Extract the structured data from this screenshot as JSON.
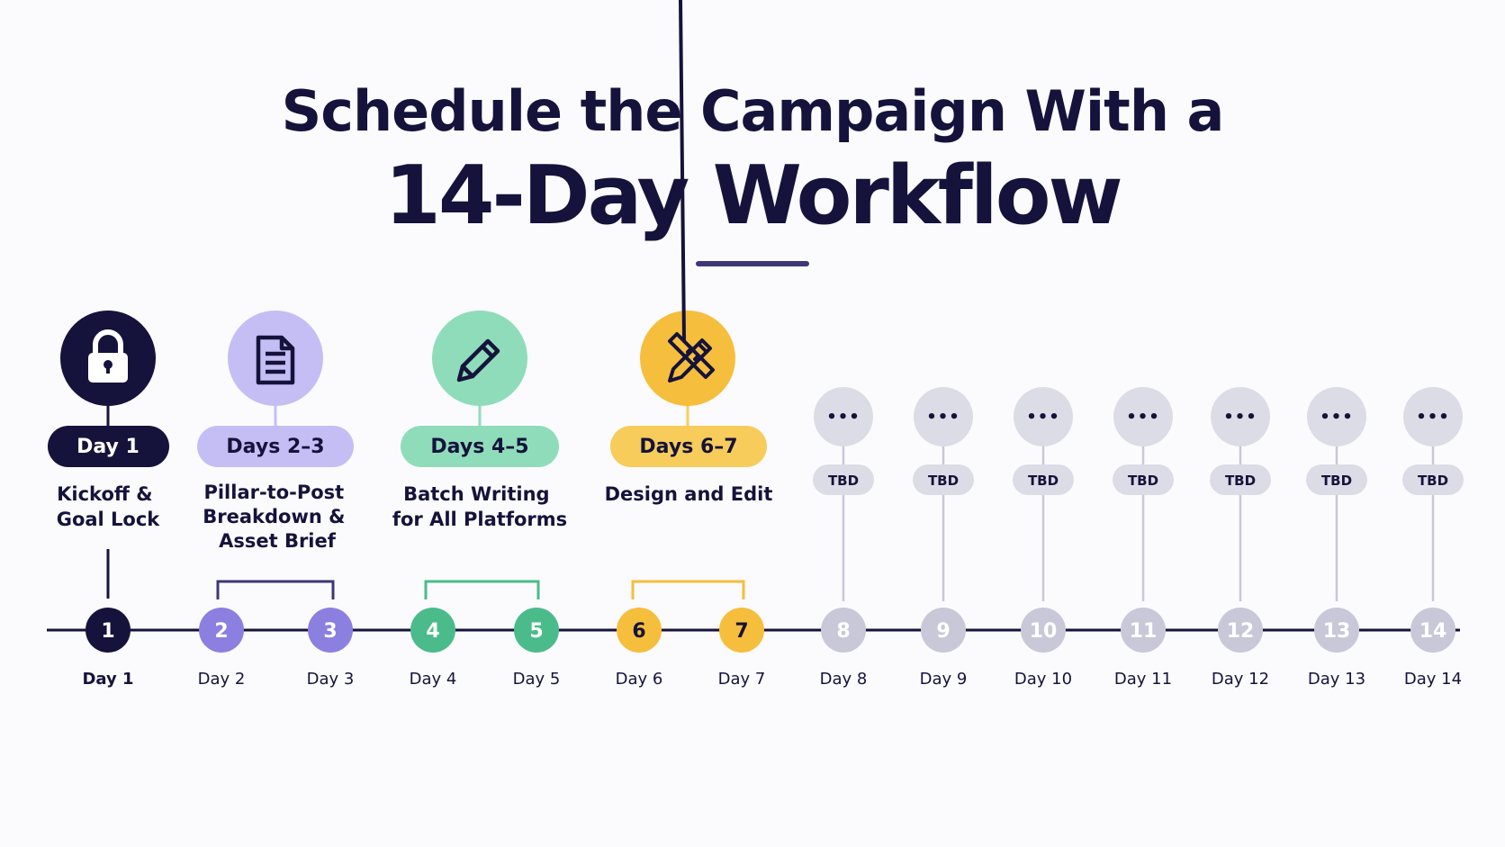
{
  "title": {
    "line1": "Schedule the Campaign With a",
    "line2": "14-Day Workflow"
  },
  "colors": {
    "navy": "#15133b",
    "purple": "#8b7fe0",
    "purple_light": "#c5bef4",
    "green": "#4cbb8c",
    "green_light": "#8fdcbb",
    "yellow": "#f6be3d",
    "yellow_light": "#f7cc5b",
    "gray": "#c8c8d8",
    "gray_light": "#dcdce6"
  },
  "phases": [
    {
      "label": "Day 1",
      "desc": [
        "Kickoff &",
        "Goal Lock"
      ],
      "icon": "lock-icon",
      "color": "navy",
      "days": [
        1
      ]
    },
    {
      "label": "Days 2–3",
      "desc": [
        "Pillar-to-Post",
        "Breakdown &",
        "Asset Brief"
      ],
      "icon": "document-icon",
      "color": "purple",
      "days": [
        2,
        3
      ]
    },
    {
      "label": "Days 4–5",
      "desc": [
        "Batch Writing",
        "for All Platforms"
      ],
      "icon": "pencil-icon",
      "color": "green",
      "days": [
        4,
        5
      ]
    },
    {
      "label": "Days 6–7",
      "desc": [
        "Design and Edit"
      ],
      "icon": "pencil-ruler-icon",
      "color": "yellow",
      "days": [
        6,
        7
      ]
    }
  ],
  "tbd": {
    "dots": "•••",
    "label": "TBD",
    "days": [
      8,
      9,
      10,
      11,
      12,
      13,
      14
    ]
  },
  "days": [
    {
      "num": "1",
      "label": "Day 1"
    },
    {
      "num": "2",
      "label": "Day 2"
    },
    {
      "num": "3",
      "label": "Day 3"
    },
    {
      "num": "4",
      "label": "Day 4"
    },
    {
      "num": "5",
      "label": "Day 5"
    },
    {
      "num": "6",
      "label": "Day 6"
    },
    {
      "num": "7",
      "label": "Day 7"
    },
    {
      "num": "8",
      "label": "Day 8"
    },
    {
      "num": "9",
      "label": "Day 9"
    },
    {
      "num": "10",
      "label": "Day 10"
    },
    {
      "num": "11",
      "label": "Day 11"
    },
    {
      "num": "12",
      "label": "Day 12"
    },
    {
      "num": "13",
      "label": "Day 13"
    },
    {
      "num": "14",
      "label": "Day 14"
    }
  ]
}
